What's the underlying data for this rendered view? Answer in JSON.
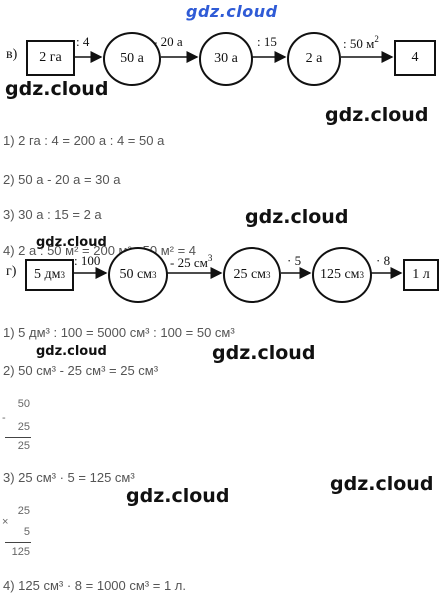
{
  "watermark": "gdz.cloud",
  "section_v": {
    "label": "в)",
    "start": "2 га",
    "nodes": [
      "50 а",
      "30 а",
      "2 а"
    ],
    "end": "4",
    "ops": [
      ": 4",
      "- 20 а",
      ": 15",
      ": 50 м"
    ],
    "ops_sup": [
      "",
      "",
      "",
      "2"
    ],
    "steps": [
      "1) 2 га : 4 = 200 а : 4 = 50 а",
      "2) 50 а - 20 а = 30 а",
      "3) 30 а : 15 = 2 а",
      "4) 2 а : 50 м² = 200 м² : 50 м² = 4"
    ]
  },
  "section_g": {
    "label": "г)",
    "start": "5 дм",
    "start_sup": "3",
    "nodes": [
      "50 см",
      "25 см",
      "125 см"
    ],
    "nodes_sup": [
      "3",
      "3",
      "3"
    ],
    "end": "1 л",
    "ops": [
      ": 100",
      "- 25 см",
      "· 5",
      "· 8"
    ],
    "ops_sup": [
      "",
      "3",
      "",
      ""
    ],
    "steps": [
      "1) 5 дм³ : 100 = 5000 см³ : 100 = 50 см³",
      "2) 50 см³ - 25 см³ = 25 см³",
      "3) 25 см³ · 5 = 125 см³",
      "4) 125 см³ · 8 = 1000 см³ = 1 л."
    ],
    "subtraction": {
      "top": "50",
      "bottom": "25",
      "result": "25",
      "sign": "-"
    },
    "multiplication": {
      "top": "25",
      "bottom": "5",
      "result": "125",
      "sign": "×"
    }
  }
}
